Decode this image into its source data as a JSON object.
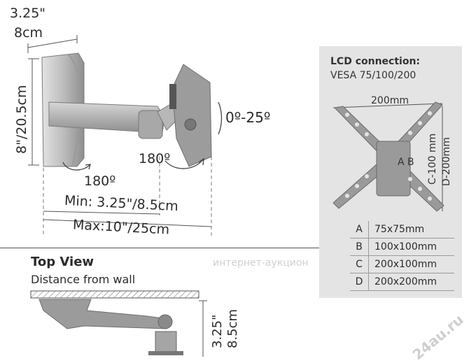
{
  "side_view": {
    "depth_in": "3.25\"",
    "depth_cm": "8cm",
    "height_label": "8\"/20.5cm",
    "tilt": "0º-25º",
    "swivel_monitor": "180º",
    "swivel_wall": "180º",
    "min_extension": "Min: 3.25\"/8.5cm",
    "max_extension": "Max:10\"/25cm"
  },
  "lcd_panel": {
    "title": "LCD connection:",
    "subtitle": "VESA 75/100/200",
    "width_label": "200mm",
    "ab_label": "A B",
    "c_label": "C-100 mm",
    "d_label": "D-200mm",
    "vesa_rows": [
      {
        "letter": "A",
        "value": "75x75mm"
      },
      {
        "letter": "B",
        "value": "100x100mm"
      },
      {
        "letter": "C",
        "value": "200x100mm"
      },
      {
        "letter": "D",
        "value": "200x200mm"
      }
    ]
  },
  "top_view": {
    "title": "Top View",
    "subtitle": "Distance from wall",
    "depth_in": "3.25\"",
    "depth_cm": "8.5cm"
  },
  "watermarks": {
    "center": "интернет-аукцион",
    "corner": "24au.ru"
  },
  "colors": {
    "metal_light": "#c9c9c9",
    "metal_dark": "#8a8a8a",
    "panel_bg": "#e4e4e4",
    "text": "#2b2b2b"
  }
}
